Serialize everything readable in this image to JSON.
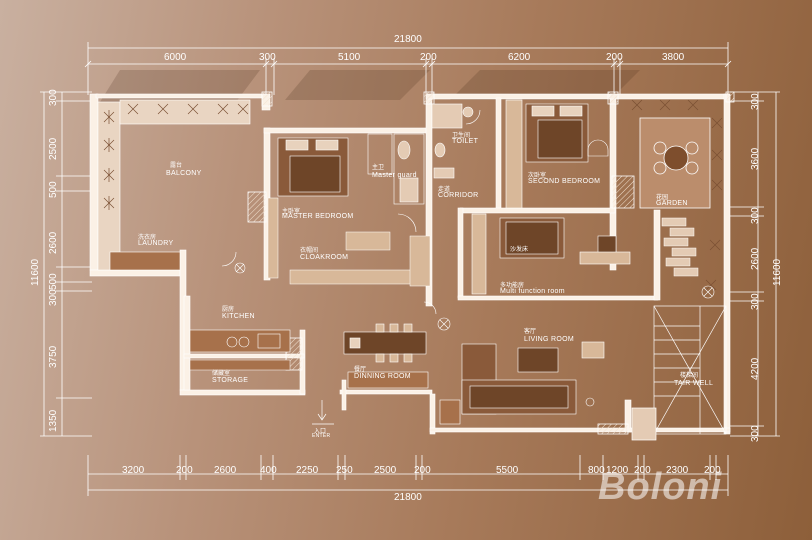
{
  "dimensions": {
    "top_total": "21800",
    "bottom_total": "21800",
    "top": [
      "6000",
      "300",
      "5100",
      "200",
      "6200",
      "200",
      "3800"
    ],
    "bottom": [
      "3200",
      "200",
      "2600",
      "400",
      "2250",
      "250",
      "2500",
      "200",
      "5500",
      "800",
      "1200",
      "200",
      "2300",
      "200"
    ],
    "left_total": "11600",
    "right_total": "11600",
    "left": [
      "300",
      "2500",
      "500",
      "2600",
      "500",
      "300",
      "3750",
      "1350"
    ],
    "right": [
      "300",
      "3600",
      "300",
      "2600",
      "300",
      "4200",
      "300"
    ]
  },
  "rooms": {
    "balcony": {
      "cn": "露台",
      "en": "BALCONY"
    },
    "laundry": {
      "cn": "洗衣房",
      "en": "LAUNDRY"
    },
    "master_bedroom": {
      "cn": "主卧室",
      "en": "MASTER BEDROOM"
    },
    "master_guard": {
      "cn": "主卫",
      "en": "Master guard"
    },
    "toilet": {
      "cn": "卫生间",
      "en": "TOILET"
    },
    "corridor": {
      "cn": "走道",
      "en": "CORRIDOR"
    },
    "second_bedroom": {
      "cn": "次卧室",
      "en": "SECOND BEDROOM"
    },
    "garden": {
      "cn": "花园",
      "en": "GARDEN"
    },
    "cloakroom": {
      "cn": "衣帽间",
      "en": "CLOAKROOM"
    },
    "sofa_bed": {
      "cn": "沙发床"
    },
    "multi_function": {
      "cn": "多功能房",
      "en": "Multi function room"
    },
    "kitchen": {
      "cn": "厨房",
      "en": "KITCHEN"
    },
    "storage": {
      "cn": "储藏室",
      "en": "STORAGE"
    },
    "dinning": {
      "cn": "餐厅",
      "en": "DINNING ROOM"
    },
    "living": {
      "cn": "客厅",
      "en": "LIVING ROOM"
    },
    "stair": {
      "cn": "楼梯间",
      "en": "TAIR WELL"
    },
    "entrance": {
      "cn": "入口",
      "en": "ENTER"
    }
  },
  "logo": "Boloni"
}
